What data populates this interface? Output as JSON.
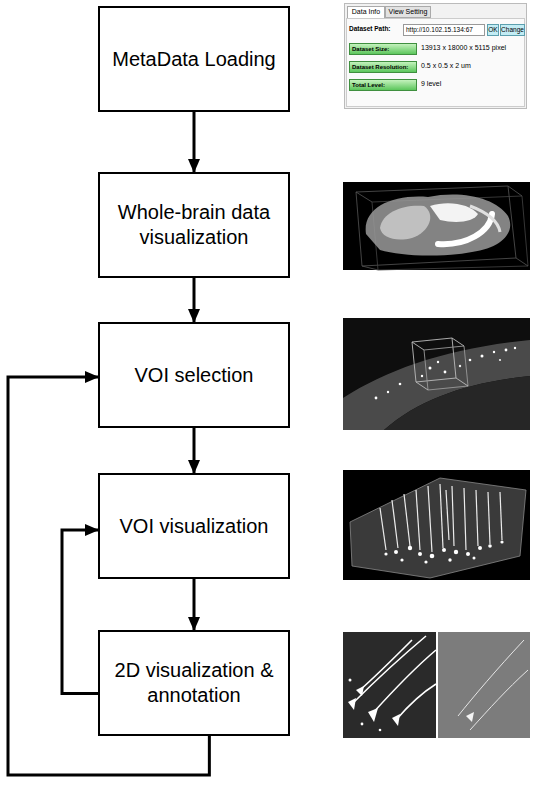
{
  "diagram": {
    "nodes": [
      {
        "text": [
          "MetaData Loading"
        ]
      },
      {
        "text": [
          "Whole-brain data visualization"
        ]
      },
      {
        "text": [
          "VOI selection"
        ]
      },
      {
        "text": [
          "VOI visualization"
        ]
      },
      {
        "text": [
          "2D visualization & annotation"
        ]
      }
    ],
    "edges": [
      {
        "from": 0,
        "to": 1,
        "arrow": "to"
      },
      {
        "from": 1,
        "to": 2,
        "arrow": "to"
      },
      {
        "from": 2,
        "to": 3,
        "arrow": "to"
      },
      {
        "from": 3,
        "to": 4,
        "arrow": "to"
      },
      {
        "from": 4,
        "to": 3,
        "arrow": "to"
      },
      {
        "from": 4,
        "to": 2,
        "arrow": "to"
      }
    ],
    "labels": [
      "Data Info",
      "View Setting",
      "Dataset Path:",
      "http://10.102.15.134:67",
      "OK",
      "Change",
      "Dataset Size:",
      "13913 x 18000 x 5115 pixel",
      "Dataset Resolution:",
      "0.5 x 0.5 x 2 um",
      "Total Level:",
      "9 level"
    ]
  }
}
